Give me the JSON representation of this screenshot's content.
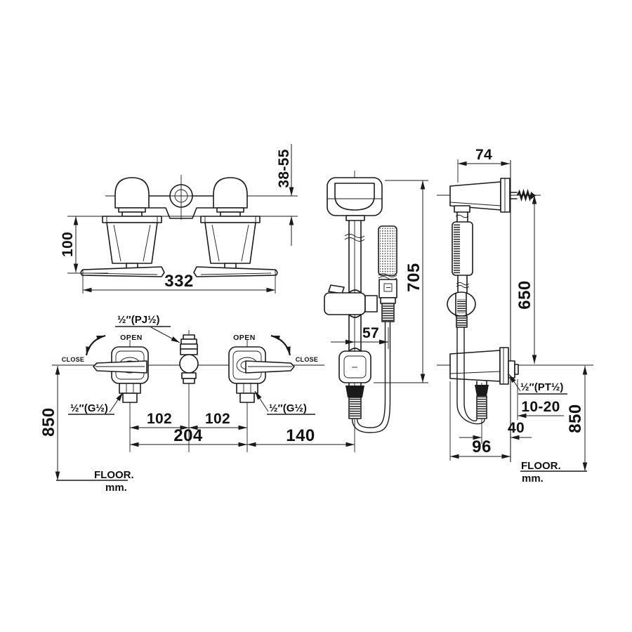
{
  "front_view": {
    "dim_spout_height": "38-55",
    "dim_body_height": "100",
    "dim_overall_width": "332"
  },
  "plan_view": {
    "open_left": "OPEN",
    "open_right": "OPEN",
    "close_left": "CLOSE",
    "close_right": "CLOSE",
    "center_connection_label": "½″(PJ½)",
    "inlet_left_label": "½″(G½)",
    "inlet_right_label": "½″(G½)",
    "dim_spacing_left": "102",
    "dim_spacing_right": "102",
    "dim_spacing_total": "204",
    "dim_rail_offset": "140",
    "dim_mount_height": "850",
    "floor_label": "FLOOR.",
    "unit_label": "mm."
  },
  "rail_view": {
    "dim_hose_offset": "57",
    "dim_rail_length": "705"
  },
  "side_view": {
    "dim_bracket_depth": "74",
    "dim_bracket_spacing": "650",
    "wall_connection_label": "½″(PT½)",
    "dim_wall_clearance": "10-20",
    "dim_outlet_offset": "40",
    "dim_overall_depth": "96",
    "dim_mount_height": "850",
    "floor_label": "FLOOR.",
    "unit_label": "mm."
  }
}
